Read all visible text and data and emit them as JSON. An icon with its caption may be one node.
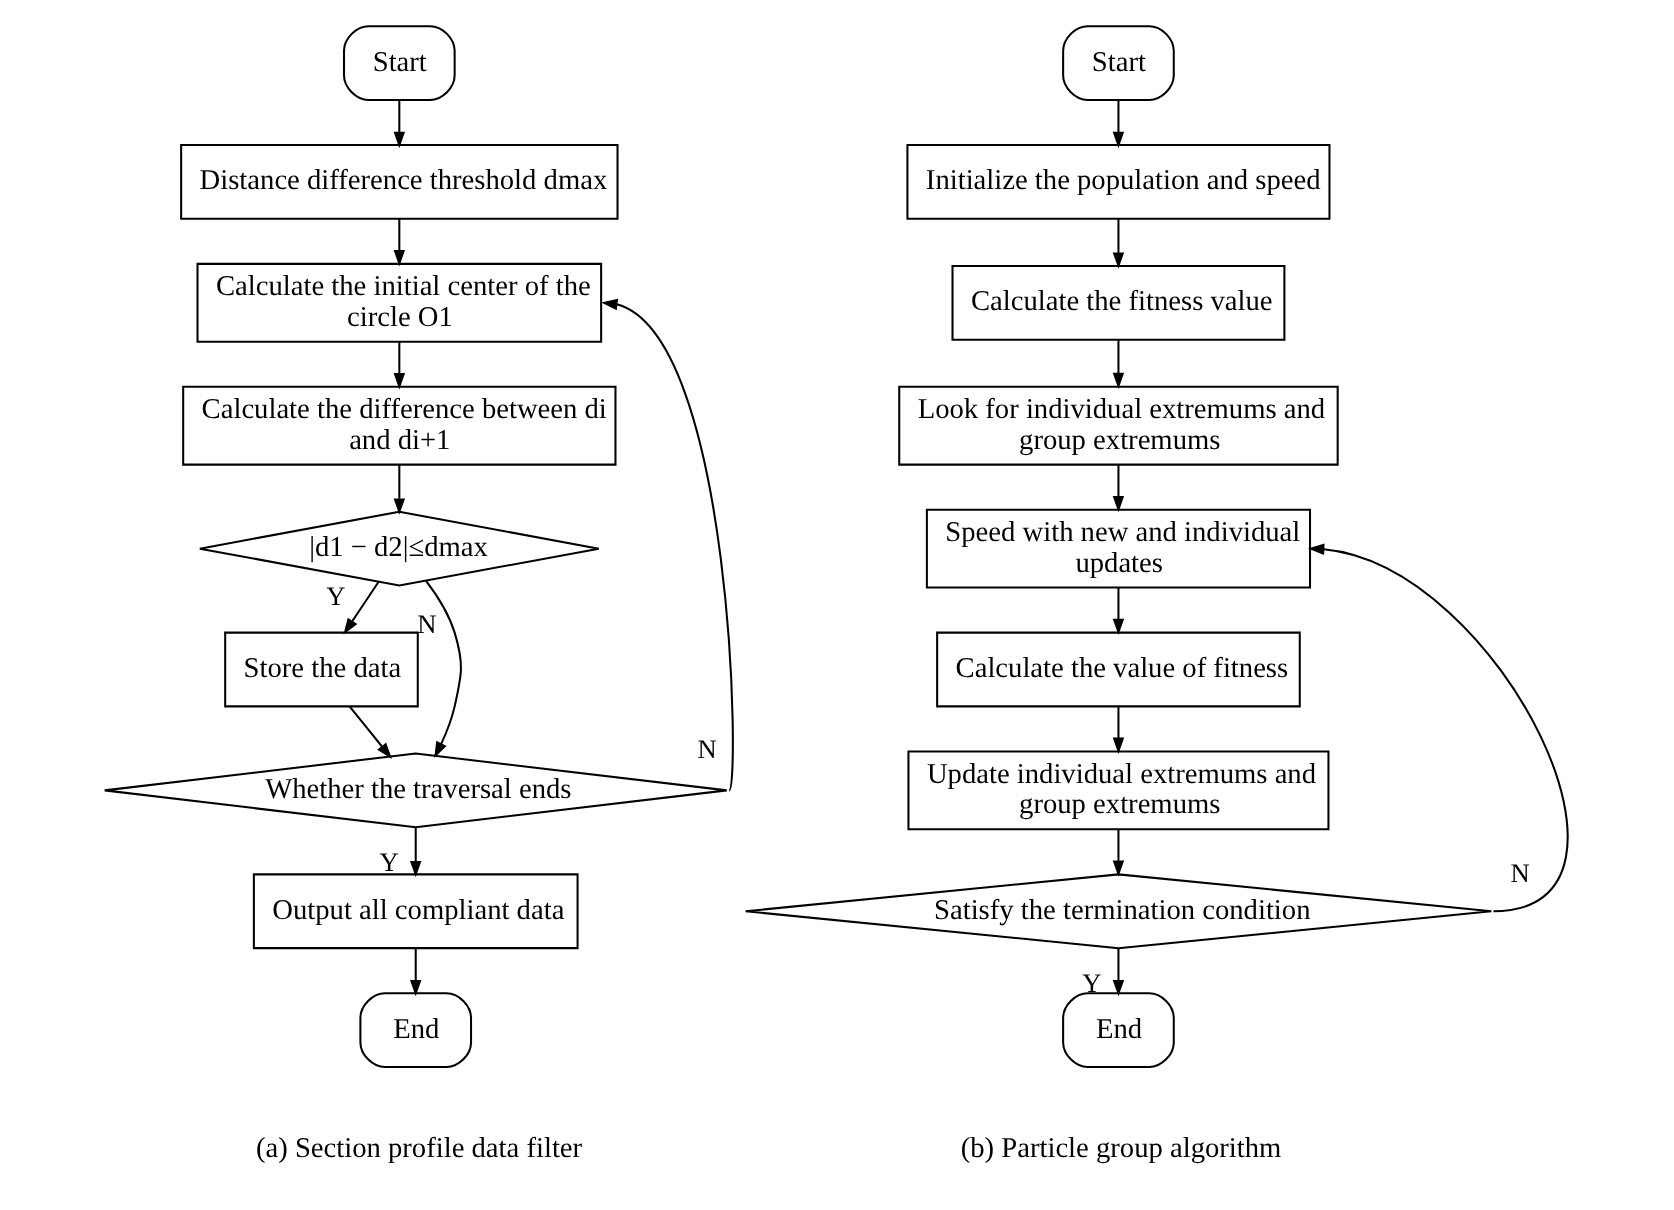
{
  "diagram": {
    "nodes": [
      {
        "text": [
          "Start"
        ]
      },
      {
        "text": [
          "Distance difference threshold dmax"
        ]
      },
      {
        "text": [
          "Calculate the initial center of the circle O1"
        ]
      },
      {
        "text": [
          "Calculate the difference between di and di+1"
        ]
      },
      {
        "text": [
          "|d1 − d2|≤dmax"
        ]
      },
      {
        "text": [
          "Store the data"
        ]
      },
      {
        "text": [
          "Whether the traversal ends"
        ]
      },
      {
        "text": [
          "Output all compliant data"
        ]
      },
      {
        "text": [
          "End"
        ]
      },
      {
        "text": [
          "Start"
        ]
      },
      {
        "text": [
          "Initialize the population and speed"
        ]
      },
      {
        "text": [
          "Calculate the fitness value"
        ]
      },
      {
        "text": [
          "Look for individual extremums and group extremums"
        ]
      },
      {
        "text": [
          "Speed with new and individual updates"
        ]
      },
      {
        "text": [
          "Calculate the value of fitness"
        ]
      },
      {
        "text": [
          "Update individual extremums and group extremums"
        ]
      },
      {
        "text": [
          "Satisfy the termination condition"
        ]
      },
      {
        "text": [
          "End"
        ]
      }
    ],
    "edges": [
      {
        "from": 0,
        "to": 1,
        "arrow": "to"
      },
      {
        "from": 1,
        "to": 2,
        "arrow": "to"
      },
      {
        "from": 2,
        "to": 3,
        "arrow": "to"
      },
      {
        "from": 3,
        "to": 4,
        "arrow": "to"
      },
      {
        "from": 4,
        "to": 5,
        "arrow": "to",
        "label": "Y"
      },
      {
        "from": 4,
        "to": 6,
        "arrow": "to",
        "label": "N"
      },
      {
        "from": 5,
        "to": 6,
        "arrow": "to"
      },
      {
        "from": 6,
        "to": 2,
        "arrow": "to",
        "label": "N"
      },
      {
        "from": 6,
        "to": 7,
        "arrow": "to",
        "label": "Y"
      },
      {
        "from": 7,
        "to": 8,
        "arrow": "to"
      },
      {
        "from": 9,
        "to": 10,
        "arrow": "to"
      },
      {
        "from": 10,
        "to": 11,
        "arrow": "to"
      },
      {
        "from": 11,
        "to": 12,
        "arrow": "to"
      },
      {
        "from": 12,
        "to": 13,
        "arrow": "to"
      },
      {
        "from": 13,
        "to": 14,
        "arrow": "to"
      },
      {
        "from": 14,
        "to": 15,
        "arrow": "to"
      },
      {
        "from": 15,
        "to": 16,
        "arrow": "to"
      },
      {
        "from": 16,
        "to": 13,
        "arrow": "to",
        "label": "N"
      },
      {
        "from": 16,
        "to": 17,
        "arrow": "to",
        "label": "Y"
      }
    ],
    "labels": [
      "(a) Section profile data filter",
      "(b) Particle group algorithm"
    ]
  }
}
